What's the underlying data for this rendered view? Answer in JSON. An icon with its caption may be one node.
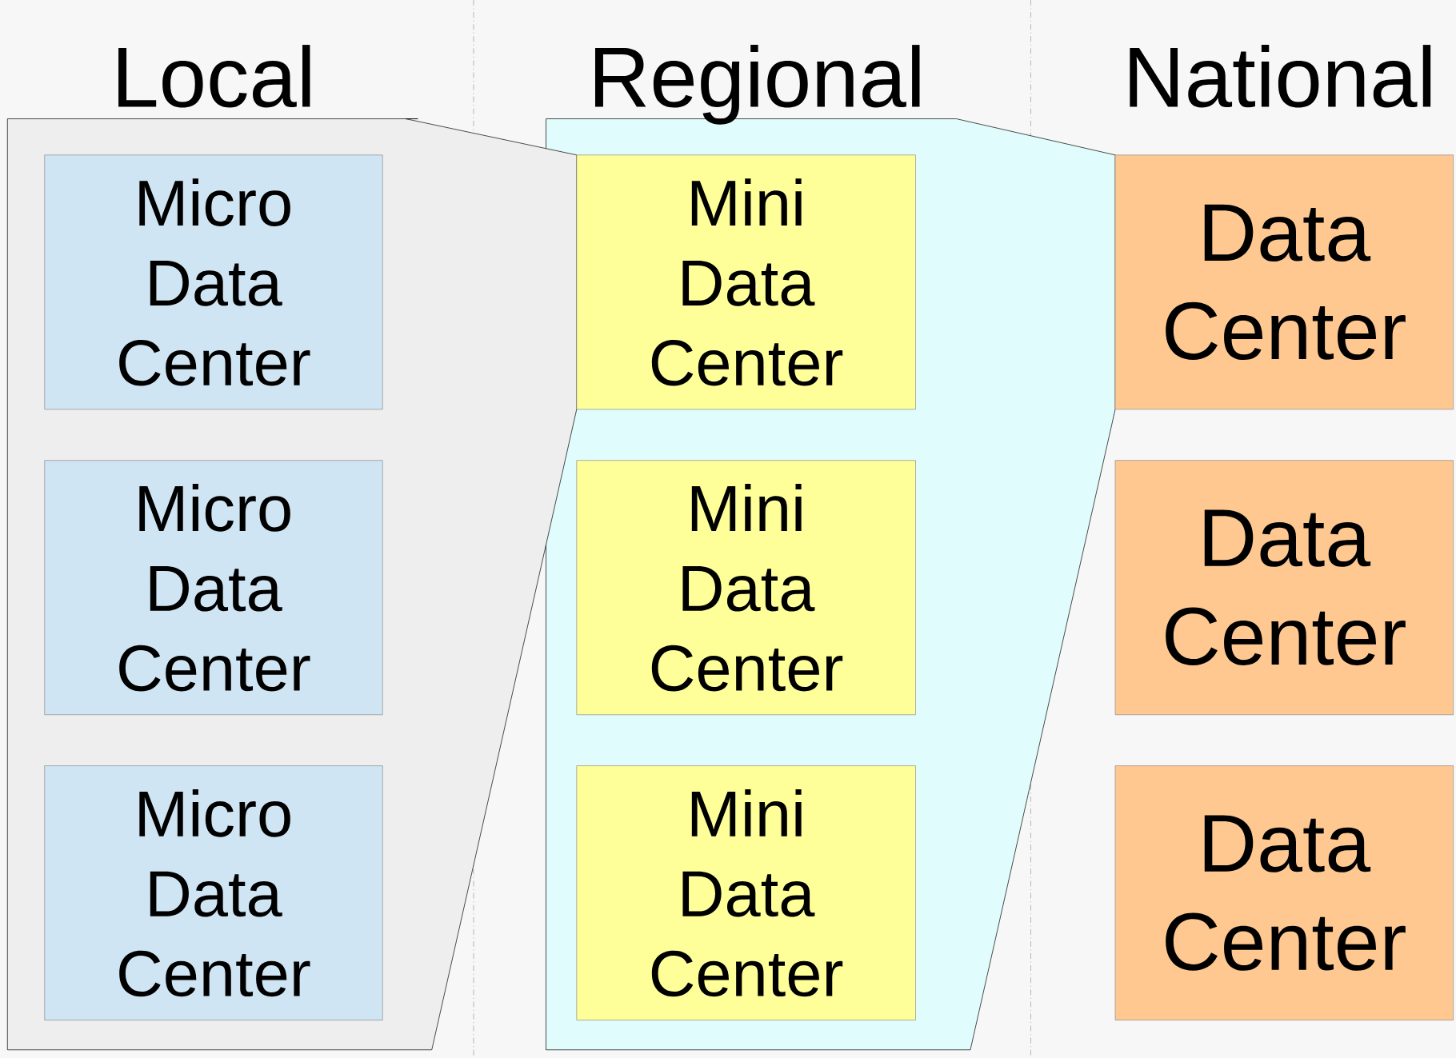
{
  "diagram": {
    "nodes": [
      {
        "text": [
          "Micro Data Center"
        ]
      },
      {
        "text": [
          "Mini Data Center"
        ]
      },
      {
        "text": [
          "Data Center"
        ]
      },
      {
        "text": [
          "Micro Data Center"
        ]
      },
      {
        "text": [
          "Mini Data Center"
        ]
      },
      {
        "text": [
          "Data Center"
        ]
      },
      {
        "text": [
          "Micro Data Center"
        ]
      },
      {
        "text": [
          "Mini Data Center"
        ]
      },
      {
        "text": [
          "Data Center"
        ]
      }
    ],
    "edges": [],
    "labels": [
      "Local",
      "Regional",
      "National"
    ]
  }
}
